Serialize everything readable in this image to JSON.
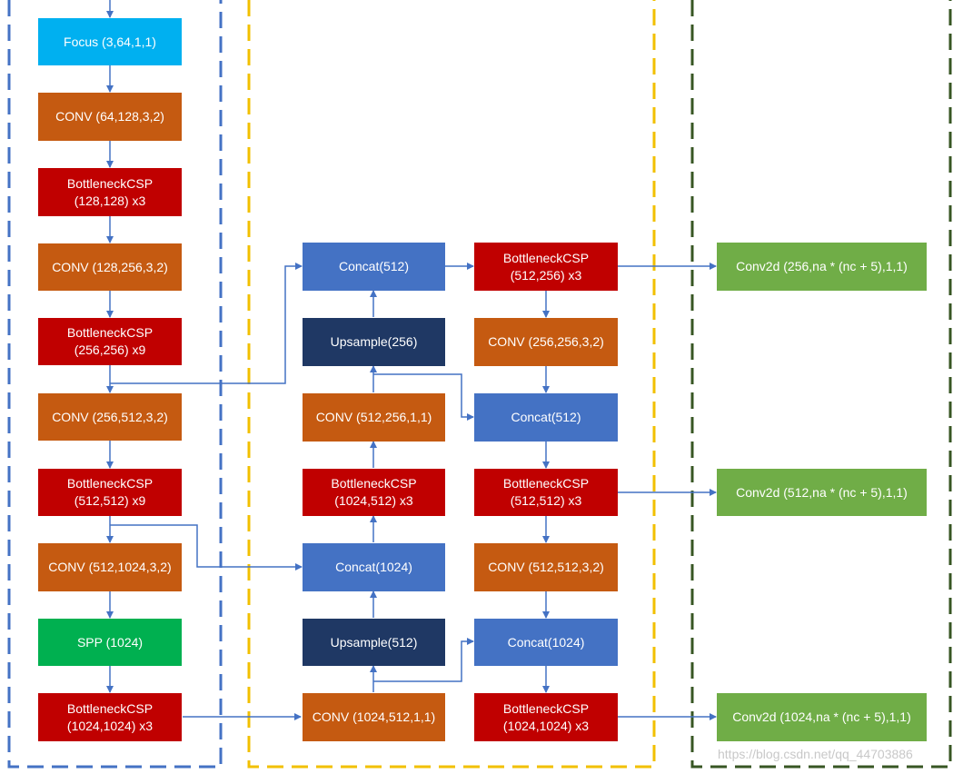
{
  "sections": {
    "backbone": {
      "border_color": "#4472c4"
    },
    "neck": {
      "border_color": "#f2c000"
    },
    "head": {
      "border_color": "#375623"
    }
  },
  "backbone": {
    "focus": "Focus (3,64,1,1)",
    "conv1": "CONV (64,128,3,2)",
    "csp1": "BottleneckCSP\n(128,128) x3",
    "conv2": "CONV (128,256,3,2)",
    "csp2": "BottleneckCSP\n(256,256) x9",
    "conv3": "CONV (256,512,3,2)",
    "csp3": "BottleneckCSP\n(512,512) x9",
    "conv4": "CONV (512,1024,3,2)",
    "spp": "SPP (1024)",
    "csp4": "BottleneckCSP\n(1024,1024) x3"
  },
  "neck": {
    "concat1": "Concat(512)",
    "upsample1": "Upsample(256)",
    "conv1": "CONV (512,256,1,1)",
    "csp1": "BottleneckCSP\n(1024,512) x3",
    "concat2": "Concat(1024)",
    "upsample2": "Upsample(512)",
    "conv2": "CONV (1024,512,1,1)"
  },
  "pan": {
    "csp1": "BottleneckCSP\n(512,256) x3",
    "conv1": "CONV (256,256,3,2)",
    "concat1": "Concat(512)",
    "csp2": "BottleneckCSP\n(512,512) x3",
    "conv2": "CONV (512,512,3,2)",
    "concat2": "Concat(1024)",
    "csp3": "BottleneckCSP\n(1024,1024) x3"
  },
  "head": {
    "conv2d1": "Conv2d (256,na * (nc + 5),1,1)",
    "conv2d2": "Conv2d (512,na * (nc + 5),1,1)",
    "conv2d3": "Conv2d (1024,na * (nc + 5),1,1)"
  },
  "colors": {
    "focus": "#00b0f0",
    "conv": "#c55a11",
    "bottleneck_csp": "#c00000",
    "spp": "#00b050",
    "concat": "#4472c4",
    "upsample": "#1f3864",
    "conv2d": "#70ad47",
    "arrow": "#4472c4"
  },
  "watermark": "https://blog.csdn.net/qq_44703886"
}
